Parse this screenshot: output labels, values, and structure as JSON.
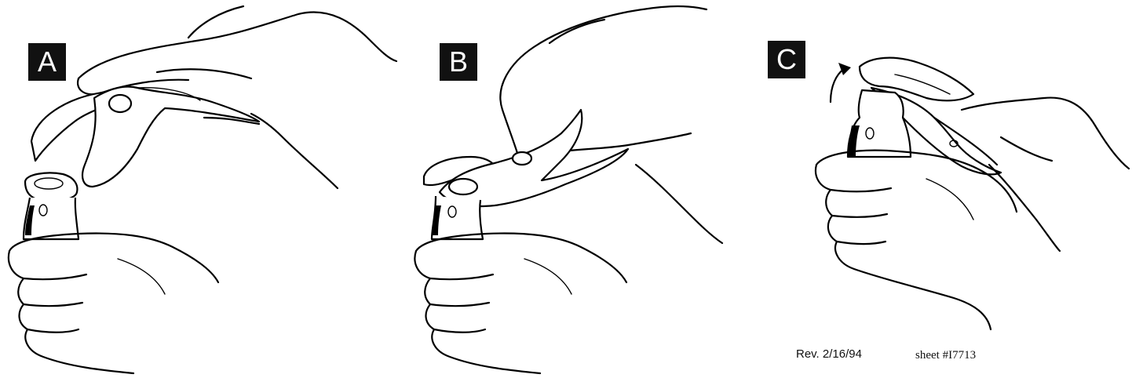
{
  "steps": [
    {
      "label": "A"
    },
    {
      "label": "B"
    },
    {
      "label": "C"
    }
  ],
  "footer": {
    "revision": "Rev. 2/16/94",
    "sheet": "sheet #I7713"
  },
  "icons": [
    "hand-icon",
    "vial-icon",
    "crimper-tool-icon",
    "rotate-arrow-icon"
  ]
}
